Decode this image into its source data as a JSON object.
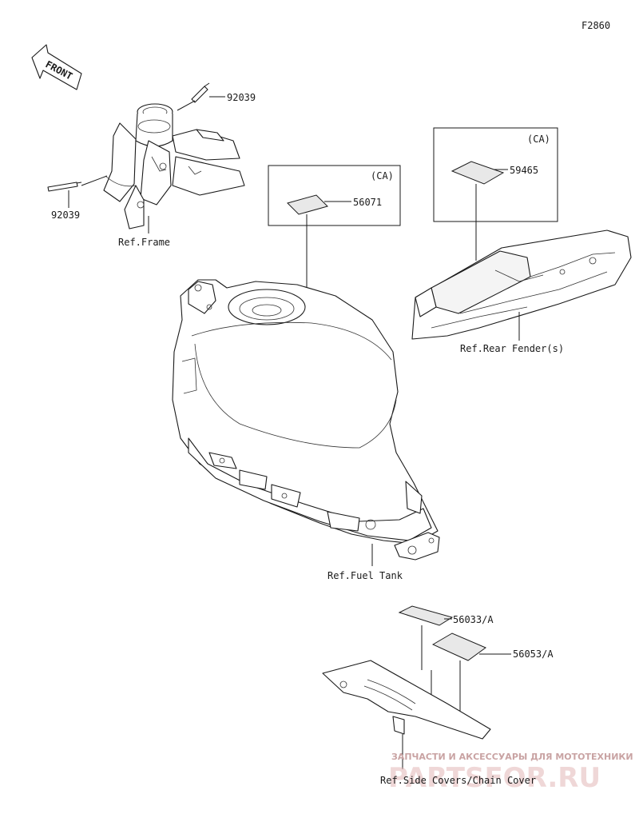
{
  "figure_code": "F2860",
  "front_label": "FRONT",
  "parts": {
    "bolt_upper": "92039",
    "bolt_lower": "92039",
    "label_tank": "56071",
    "label_fender": "59465",
    "label_cover_a": "56033/A",
    "label_cover_b": "56053/A"
  },
  "region_tags": {
    "tank_box": "(CA)",
    "fender_box": "(CA)"
  },
  "refs": {
    "frame": "Ref.Frame",
    "rear_fender": "Ref.Rear Fender(s)",
    "fuel_tank": "Ref.Fuel Tank",
    "side_covers": "Ref.Side Covers/Chain Cover"
  },
  "watermark": {
    "tagline": "ЗАПЧАСТИ И АКСЕССУАРЫ ДЛЯ МОТОТЕХНИКИ",
    "brand": "PARTSFOR.RU"
  }
}
